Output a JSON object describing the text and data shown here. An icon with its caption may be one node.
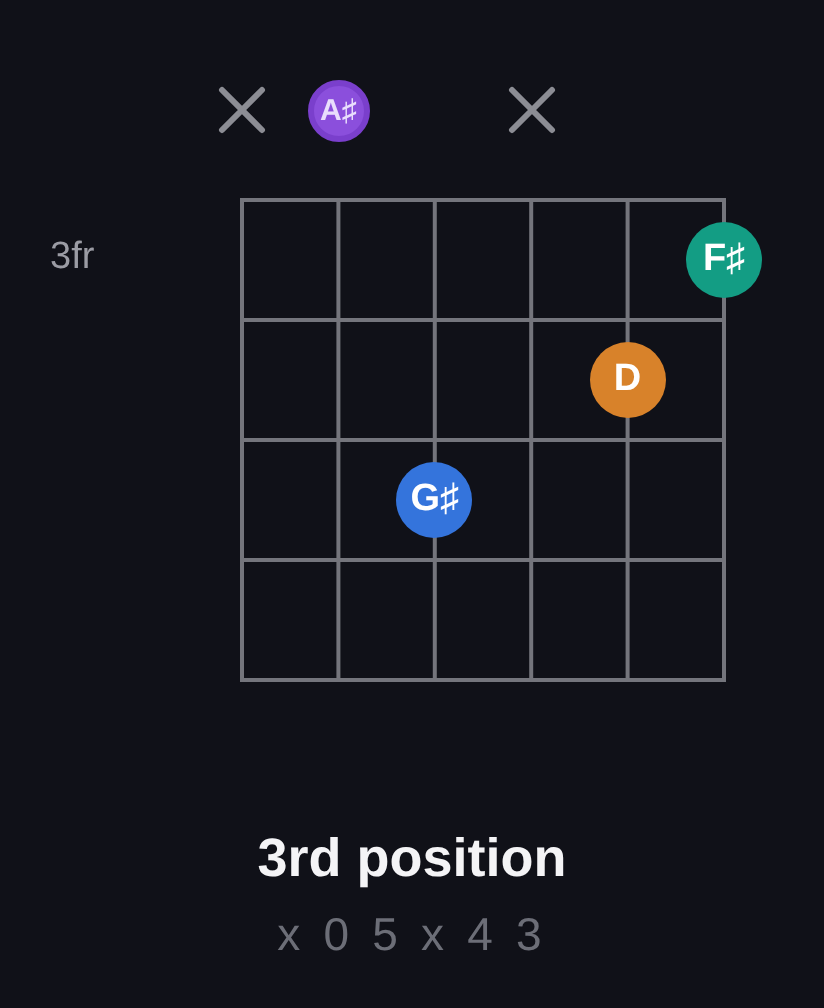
{
  "diagram": {
    "title": "3rd position",
    "nodes": [
      {
        "text": [],
        "shape": "cross"
      },
      {
        "text": [
          "A♯"
        ]
      },
      {
        "text": [],
        "shape": "cross"
      },
      {
        "text": [
          "F♯"
        ]
      },
      {
        "text": [
          "D"
        ]
      },
      {
        "text": [
          "G♯"
        ]
      }
    ],
    "labels": [
      "3fr",
      "x 0 5 x 4 3"
    ]
  }
}
